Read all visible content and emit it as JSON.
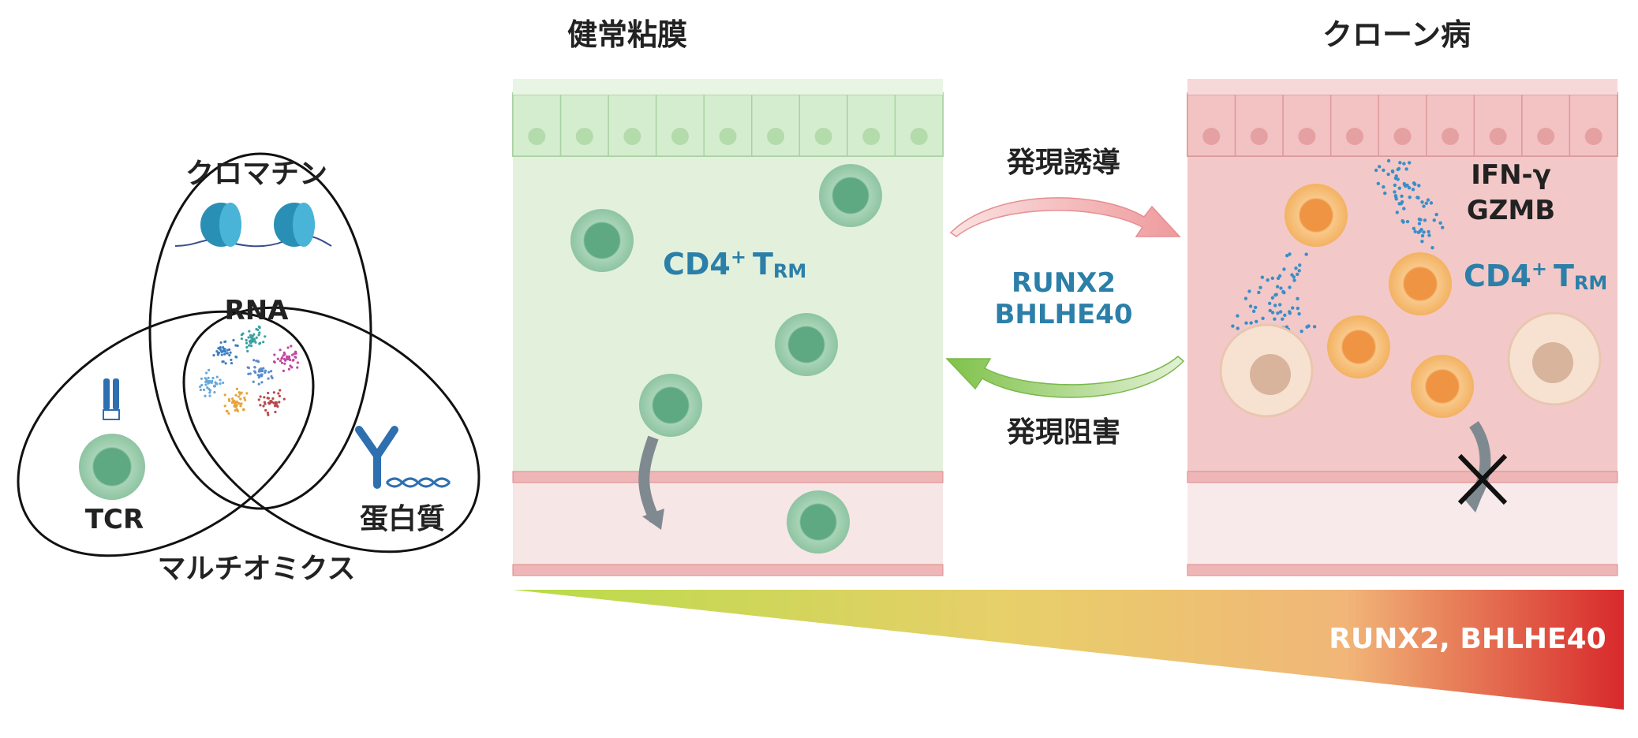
{
  "venn": {
    "chromatin": "クロマチン",
    "rna": "RNA",
    "tcr": "TCR",
    "protein": "蛋白質",
    "caption": "マルチオミクス"
  },
  "healthy": {
    "title": "健常粘膜",
    "cell_label": "CD4",
    "cell_sup": "+",
    "cell_t": "T",
    "cell_sub": "RM"
  },
  "crohn": {
    "title": "クローン病",
    "cytokine_1": "IFN-γ",
    "cytokine_2": "GZMB",
    "cell_label": "CD4",
    "cell_sup": "+",
    "cell_t": "T",
    "cell_sub": "RM"
  },
  "arrows": {
    "induce": "発現誘導",
    "inhibit": "発現阻害",
    "gene_1": "RUNX2",
    "gene_2": "BHLHE40"
  },
  "gradient": {
    "label": "RUNX2, BHLHE40",
    "color_start": "#9fd24a",
    "color_mid": "#f3c07a",
    "color_end": "#d8292b"
  },
  "colors": {
    "healthy_bg": "#e3f1dc",
    "crohn_bg": "#f2c9c8",
    "trm_green": "#7fbf98",
    "trm_orange": "#f3a75a",
    "label_blue": "#2b7fa8"
  }
}
